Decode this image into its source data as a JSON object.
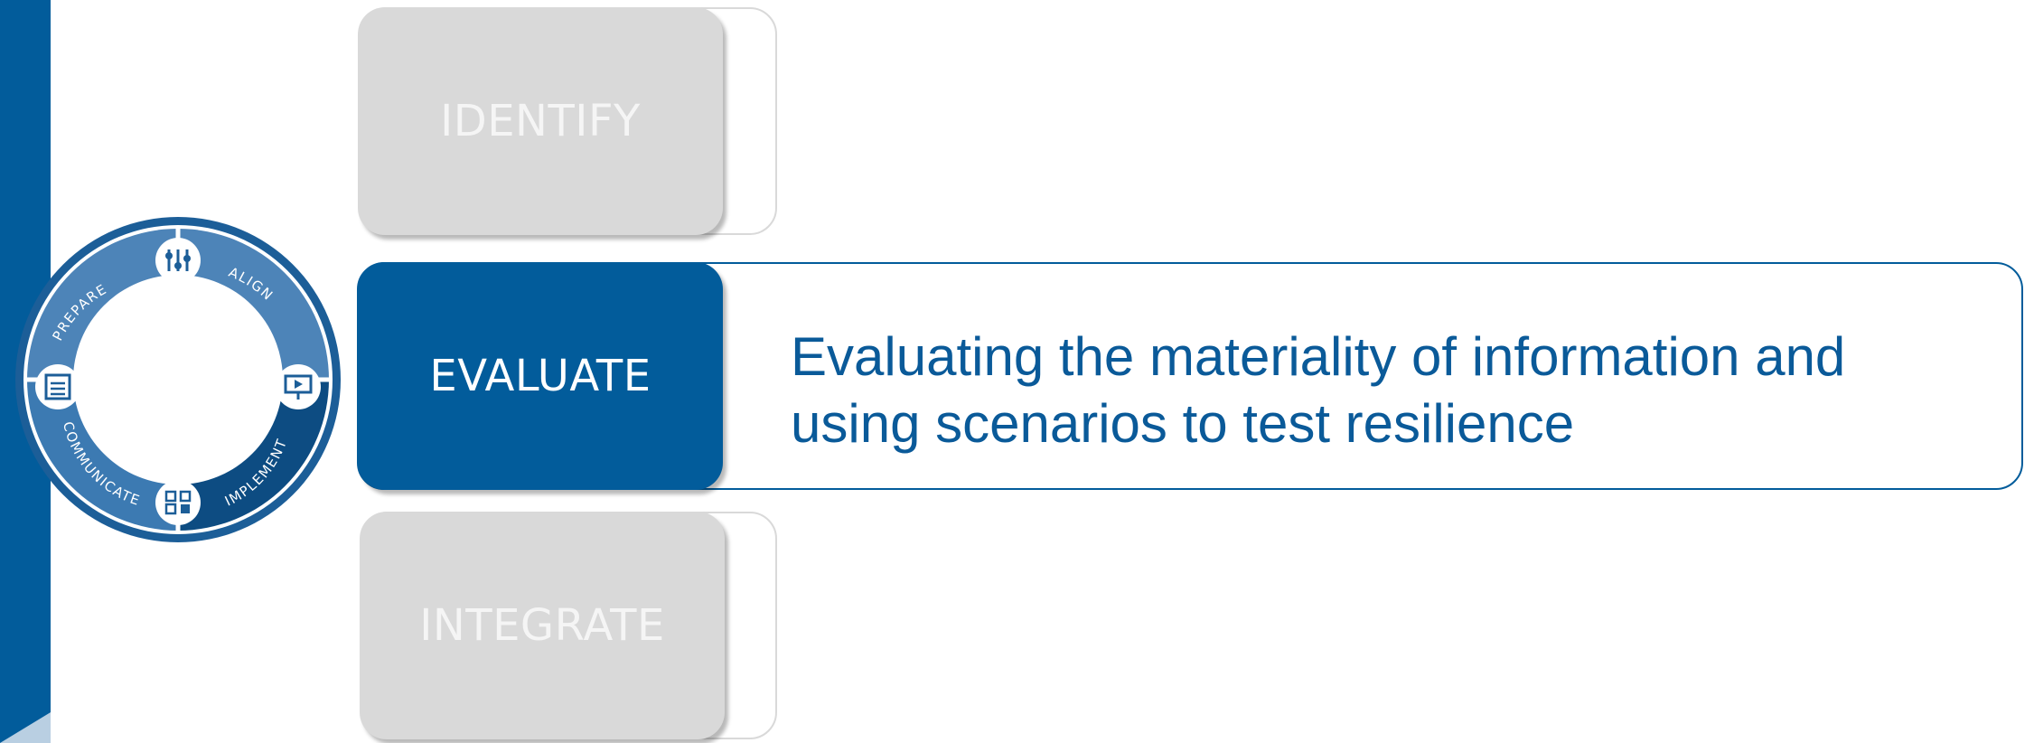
{
  "steps": [
    {
      "key": "identify",
      "label": "IDENTIFY",
      "active": false
    },
    {
      "key": "evaluate",
      "label": "EVALUATE",
      "active": true
    },
    {
      "key": "integrate",
      "label": "INTEGRATE",
      "active": false
    }
  ],
  "active_step": {
    "description_line1": "Evaluating the materiality of information and",
    "description_line2": "using scenarios to test resilience"
  },
  "cycle": {
    "labels": [
      "PREPARE",
      "ALIGN",
      "IMPLEMENT",
      "COMMUNICATE"
    ],
    "icons": [
      "settings-sliders-icon",
      "presentation-icon",
      "checklist-icon",
      "chart-icon"
    ]
  },
  "colors": {
    "brand_blue": "#025c9b",
    "light_blue": "#b9cfe2",
    "inactive_gray": "#d9d9d9",
    "text_blue": "#0a5a99"
  }
}
